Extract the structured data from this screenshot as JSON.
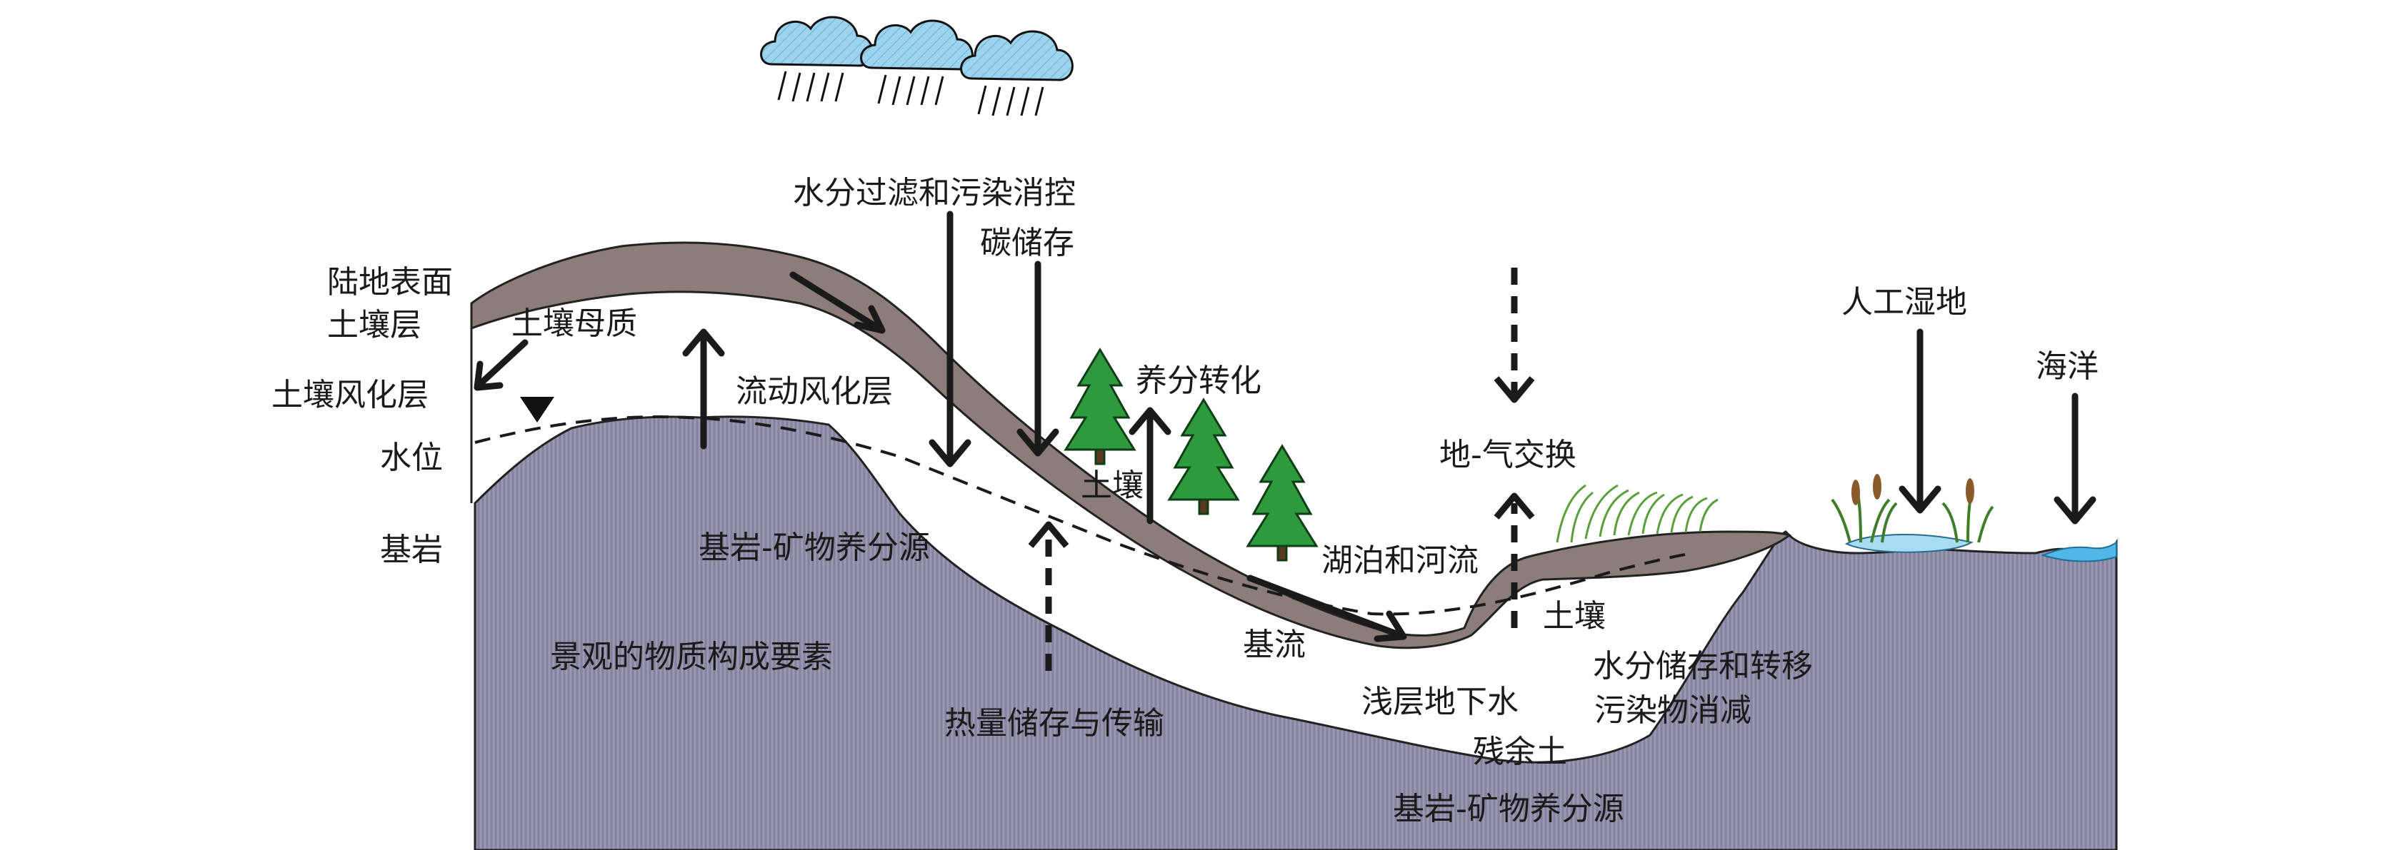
{
  "labels": {
    "water_filter": "水分过滤和污染消控",
    "carbon_storage": "碳储存",
    "land_surface": "陆地表面",
    "soil_layer": "土壤层",
    "parent_material": "土壤母质",
    "weathered_layer": "土壤风化层",
    "mobile_weathered": "流动风化层",
    "water_table": "水位",
    "bedrock": "基岩",
    "nutrient_transform": "养分转化",
    "soil_slope": "土壤",
    "soil_right": "土壤",
    "mineral_source_top": "基岩-矿物养分源",
    "material_elements": "景观的物质构成要素",
    "heat_storage": "热量储存与传输",
    "base_flow": "基流",
    "land_air": "地-气交换",
    "lakes_rivers": "湖泊和河流",
    "shallow_groundwater": "浅层地下水",
    "residual_soil": "残余土",
    "mineral_source_bottom": "基岩-矿物养分源",
    "water_storage": "水分储存和转移",
    "pollutant_reduction": "污染物消减",
    "wetland": "人工湿地",
    "ocean": "海洋"
  },
  "colors": {
    "bedrock": "#8e8ba6",
    "soil": "#8c7d7a",
    "rain": "#9ed3ee",
    "tree": "#2e9a3e",
    "water": "#4fb8e8",
    "wetland_water": "#a7dcf2",
    "grass": "#76b84a",
    "arrow": "#1a1a1a"
  },
  "icons": [
    "rain-cloud-icon",
    "pine-tree-icon",
    "reed-icon",
    "water-table-marker-icon"
  ]
}
